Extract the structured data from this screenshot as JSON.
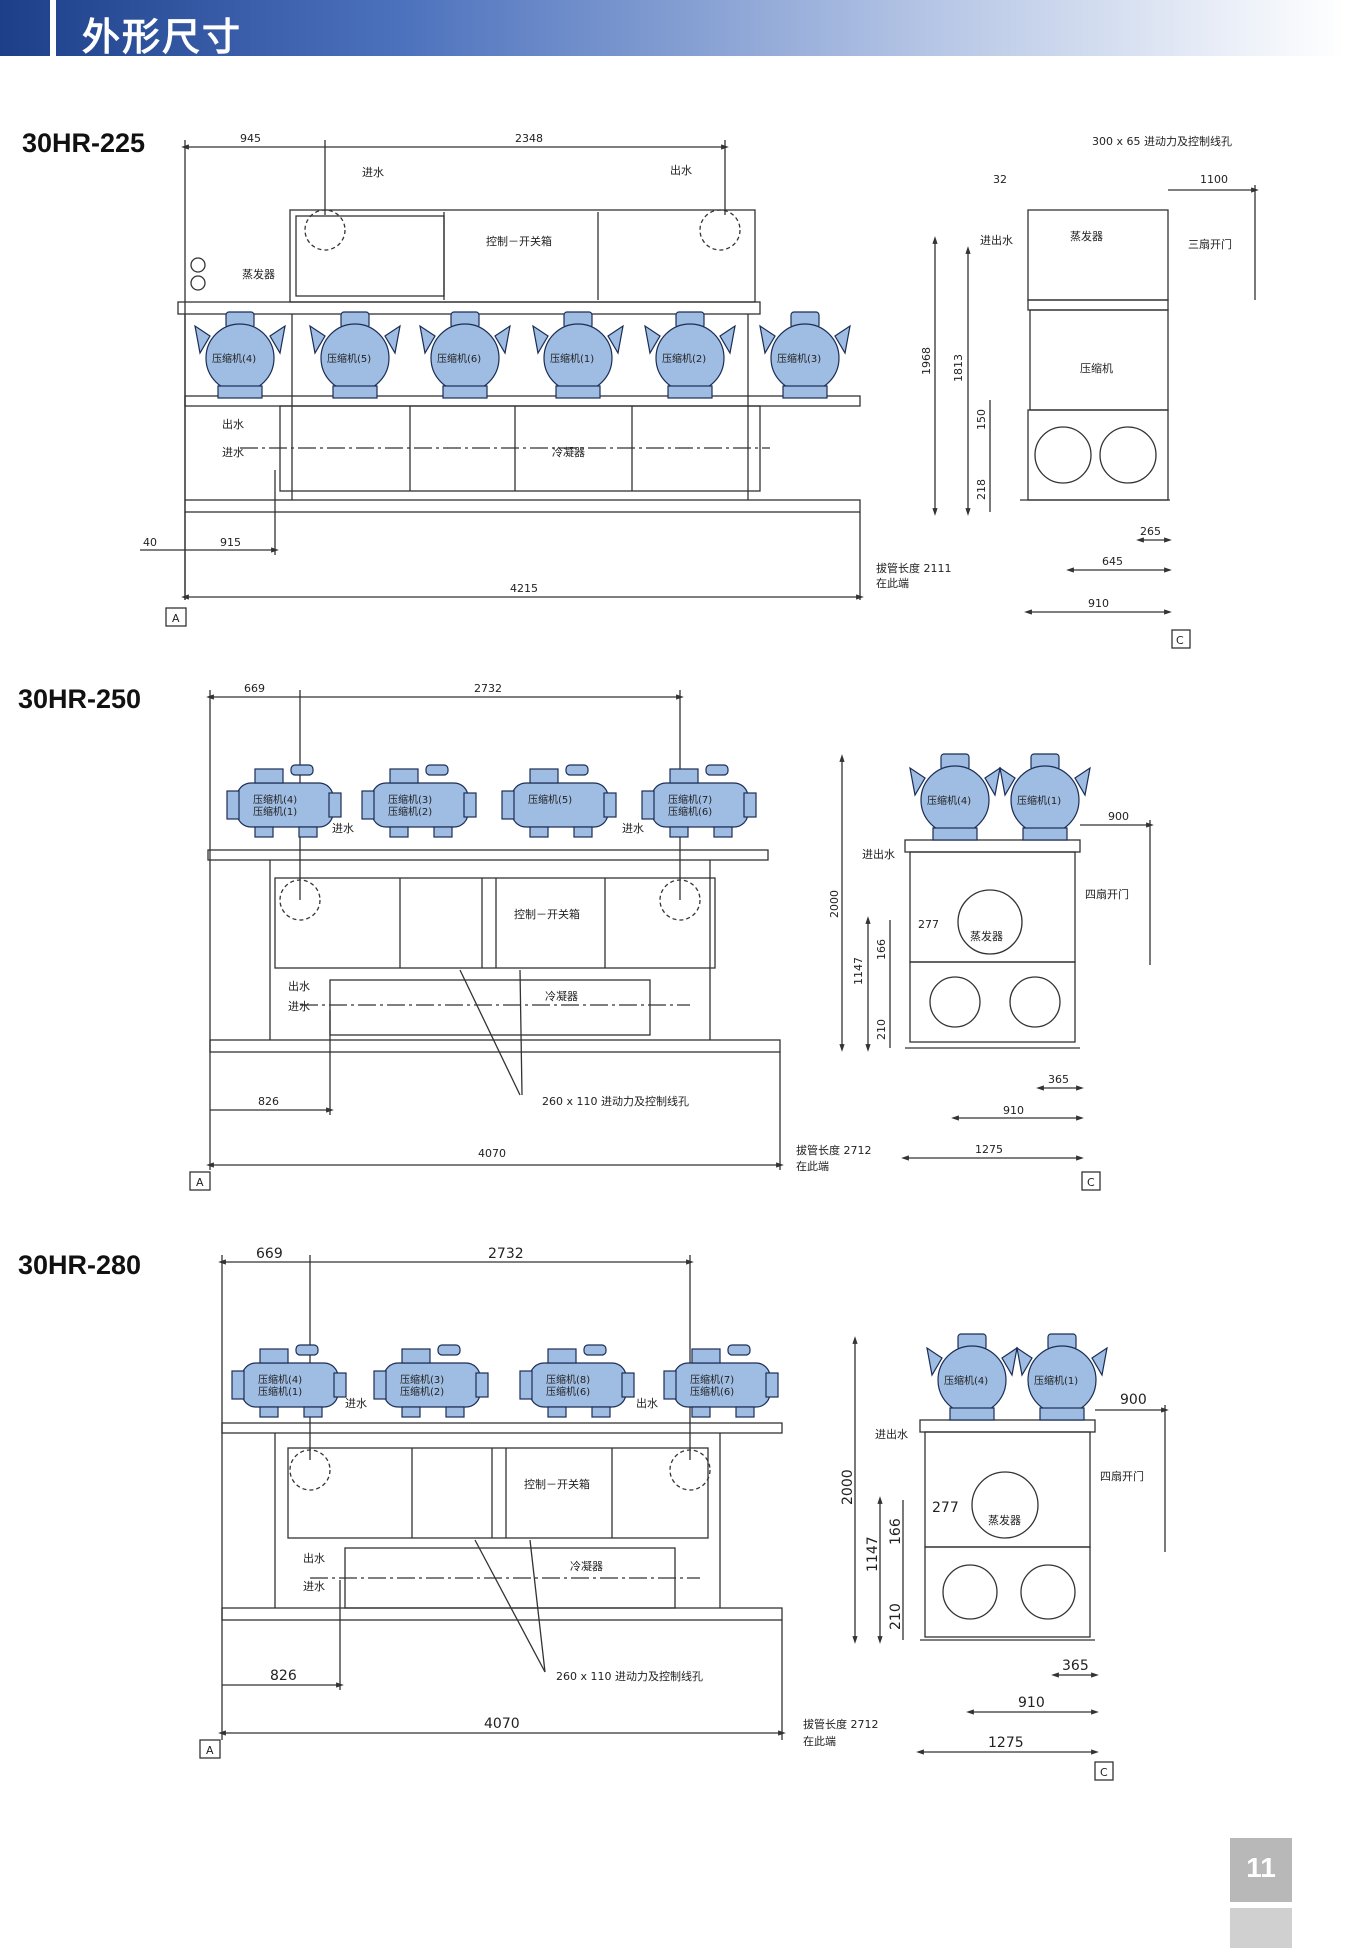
{
  "header": {
    "title": "外形尺寸"
  },
  "page_number": "11",
  "colors": {
    "compressor_fill": "#9fbde3",
    "compressor_stroke": "#1b2d55",
    "line": "#333333",
    "header": "#1d3f8a"
  },
  "models": [
    {
      "id": "30HR-225",
      "title": "30HR-225",
      "front": {
        "compressors": [
          "压缩机(4)",
          "压缩机(5)",
          "压缩机(6)",
          "压缩机(1)",
          "压缩机(2)",
          "压缩机(3)"
        ],
        "dims": {
          "d1": "945",
          "d2": "2348",
          "d_left": "40",
          "d_915": "915",
          "length": "4215"
        },
        "labels": {
          "inlet": "进水",
          "outlet": "出水",
          "control_box": "控制－开关箱",
          "evaporator": "蒸发器",
          "outlet2": "出水",
          "inlet2": "进水",
          "condenser": "冷凝器",
          "tube_pull": "拔管长度 2111",
          "tube_end": "在此端",
          "view": "A"
        }
      },
      "side": {
        "dims": {
          "hole": "300 x 65  进动力及控制线孔",
          "d32": "32",
          "d1100": "1100",
          "h1968": "1968",
          "h1813": "1813",
          "h150": "150",
          "h218": "218",
          "w265": "265",
          "w645": "645",
          "w910": "910"
        },
        "labels": {
          "water_io": "进出水",
          "evaporator": "蒸发器",
          "doors": "三扇开门",
          "compressor": "压缩机",
          "view": "C"
        }
      }
    },
    {
      "id": "30HR-250",
      "title": "30HR-250",
      "front": {
        "compressors": [
          {
            "top": "压缩机(4)",
            "bottom": "压缩机(1)"
          },
          {
            "top": "压缩机(3)",
            "bottom": "压缩机(2)"
          },
          {
            "top": "压缩机(5)",
            "bottom": ""
          },
          {
            "top": "压缩机(7)",
            "bottom": "压缩机(6)"
          }
        ],
        "dims": {
          "d1": "669",
          "d2": "2732",
          "d_826": "826",
          "length": "4070"
        },
        "labels": {
          "inlet_a": "进水",
          "inlet_b": "进水",
          "control_box": "控制－开关箱",
          "outlet": "出水",
          "inlet2": "进水",
          "condenser": "冷凝器",
          "hole": "260 x 110 进动力及控制线孔",
          "tube_pull": "拔管长度 2712",
          "tube_end": "在此端",
          "view": "A"
        }
      },
      "side": {
        "compressors": [
          "压缩机(4)",
          "压缩机(1)"
        ],
        "dims": {
          "w900": "900",
          "h2000": "2000",
          "w277": "277",
          "h1147": "1147",
          "h166": "166",
          "h210": "210",
          "w365": "365",
          "w910": "910",
          "w1275": "1275"
        },
        "labels": {
          "water_io": "进出水",
          "doors": "四扇开门",
          "evaporator": "蒸发器",
          "view": "C"
        }
      }
    },
    {
      "id": "30HR-280",
      "title": "30HR-280",
      "front": {
        "compressors": [
          {
            "top": "压缩机(4)",
            "bottom": "压缩机(1)"
          },
          {
            "top": "压缩机(3)",
            "bottom": "压缩机(2)"
          },
          {
            "top": "压缩机(8)",
            "bottom": "压缩机(6)"
          },
          {
            "top": "压缩机(7)",
            "bottom": "压缩机(6)"
          }
        ],
        "dims": {
          "d1": "669",
          "d2": "2732",
          "d_826": "826",
          "length": "4070"
        },
        "labels": {
          "inlet_a": "进水",
          "inlet_b": "出水",
          "control_box": "控制－开关箱",
          "outlet": "出水",
          "inlet2": "进水",
          "condenser": "冷凝器",
          "hole": "260 x 110 进动力及控制线孔",
          "tube_pull": "拔管长度 2712",
          "tube_end": "在此端",
          "view": "A"
        }
      },
      "side": {
        "compressors": [
          "压缩机(4)",
          "压缩机(1)"
        ],
        "dims": {
          "w900": "900",
          "h2000": "2000",
          "w277": "277",
          "h1147": "1147",
          "h166": "166",
          "h210": "210",
          "w365": "365",
          "w910": "910",
          "w1275": "1275"
        },
        "labels": {
          "water_io": "进出水",
          "doors": "四扇开门",
          "evaporator": "蒸发器",
          "view": "C"
        }
      }
    }
  ]
}
